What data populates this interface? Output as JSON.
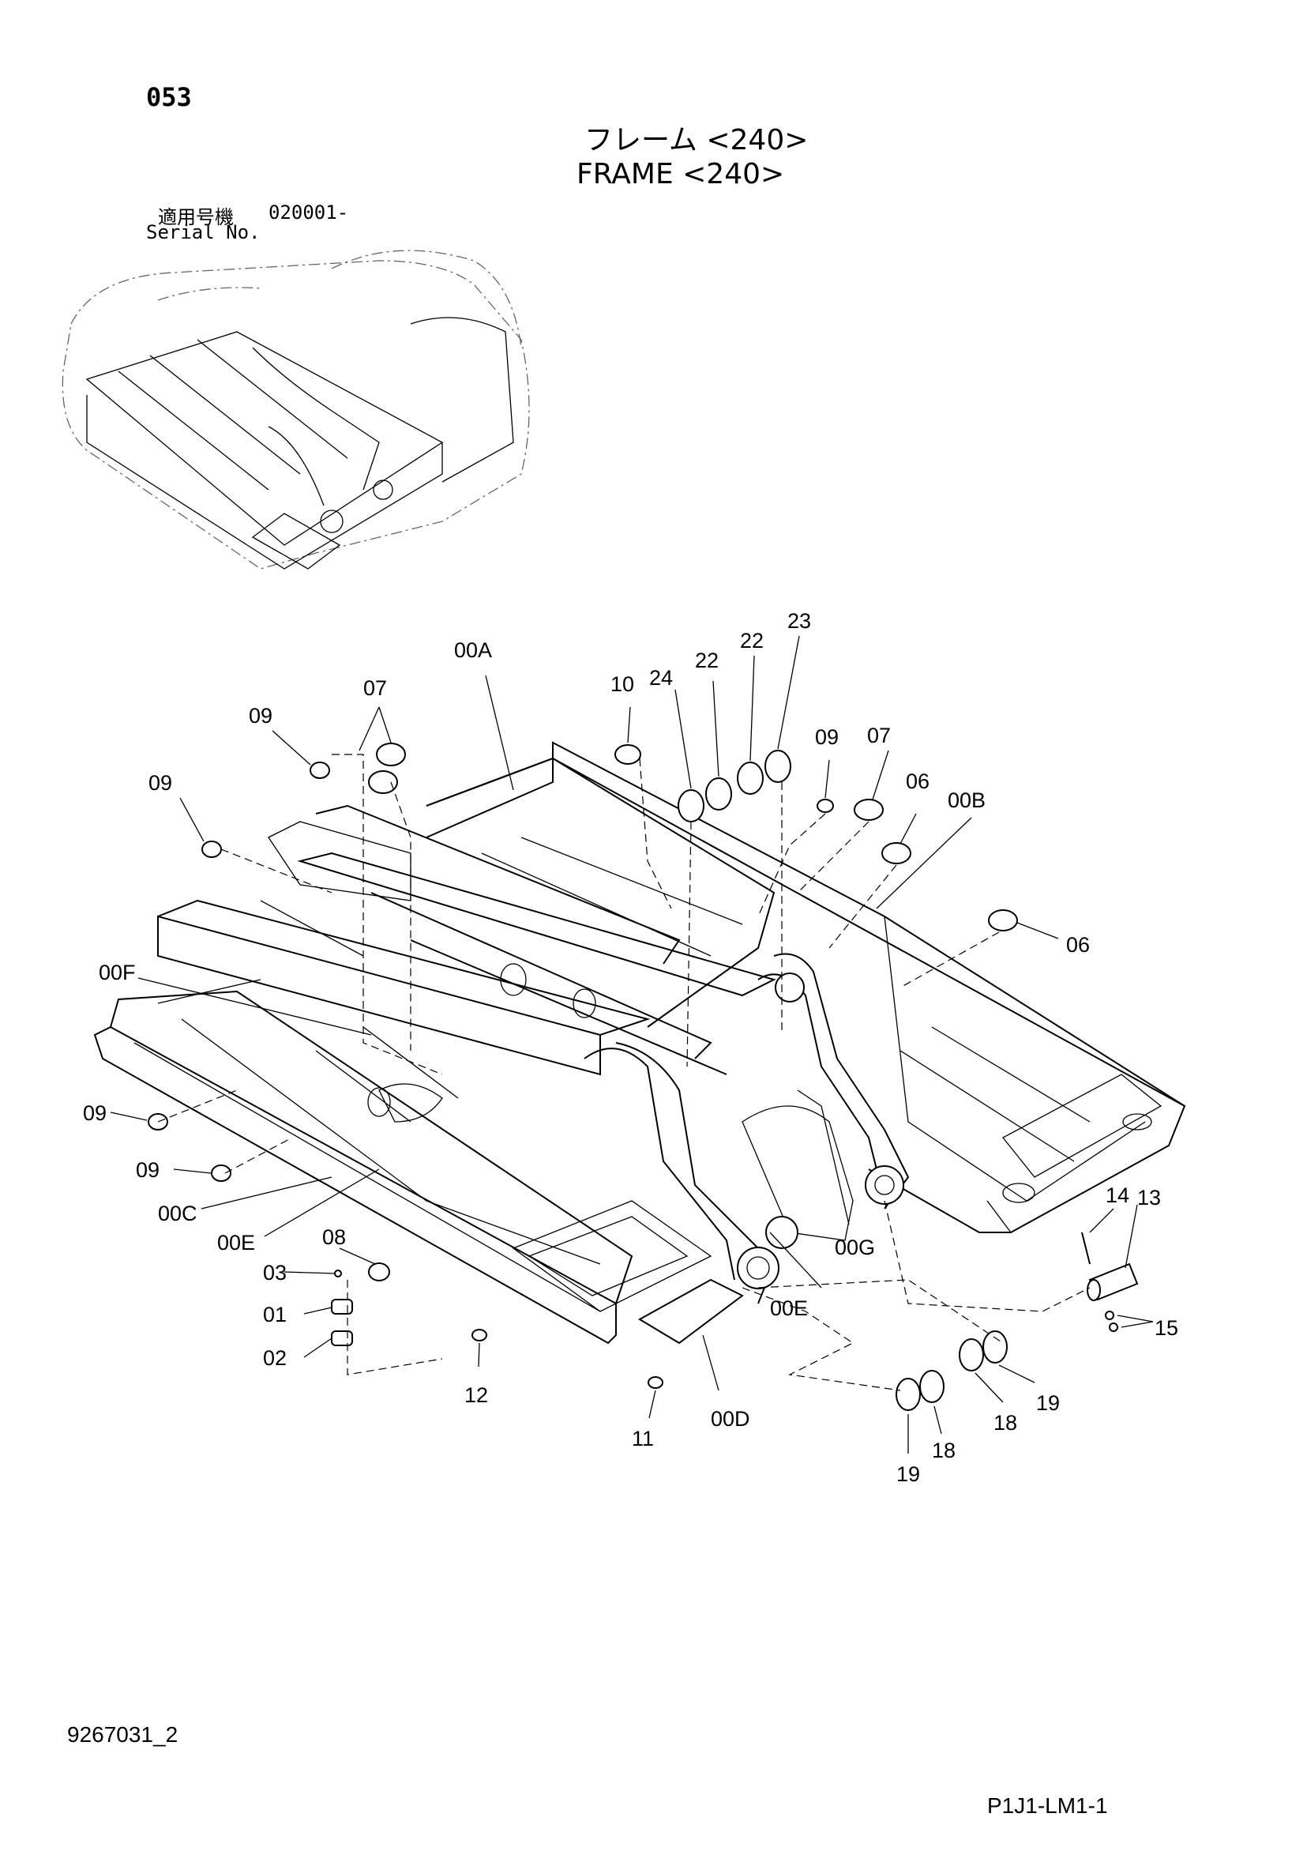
{
  "header": {
    "page_number": "053",
    "title_jp": "フレーム <240>",
    "title_en": "FRAME <240>",
    "serial_label_jp": "適用号機",
    "serial_value": "020001-",
    "serial_label_en": "Serial No."
  },
  "footer": {
    "document_number": "9267031_2",
    "page_code": "P1J1-LM1-1"
  },
  "callouts": {
    "c00A": "00A",
    "c00B": "00B",
    "c00C": "00C",
    "c00D": "00D",
    "c00E_left": "00E",
    "c00E_right": "00E",
    "c00F": "00F",
    "c00G": "00G",
    "c01": "01",
    "c02": "02",
    "c03": "03",
    "c06_a": "06",
    "c06_b": "06",
    "c07_a": "07",
    "c07_b": "07",
    "c08": "08",
    "c09_a": "09",
    "c09_b": "09",
    "c09_c": "09",
    "c09_d": "09",
    "c09_e": "09",
    "c10": "10",
    "c11": "11",
    "c12": "12",
    "c13": "13",
    "c14": "14",
    "c15": "15",
    "c18_a": "18",
    "c18_b": "18",
    "c19_a": "19",
    "c19_b": "19",
    "c22_a": "22",
    "c22_b": "22",
    "c23": "23",
    "c24": "24"
  }
}
